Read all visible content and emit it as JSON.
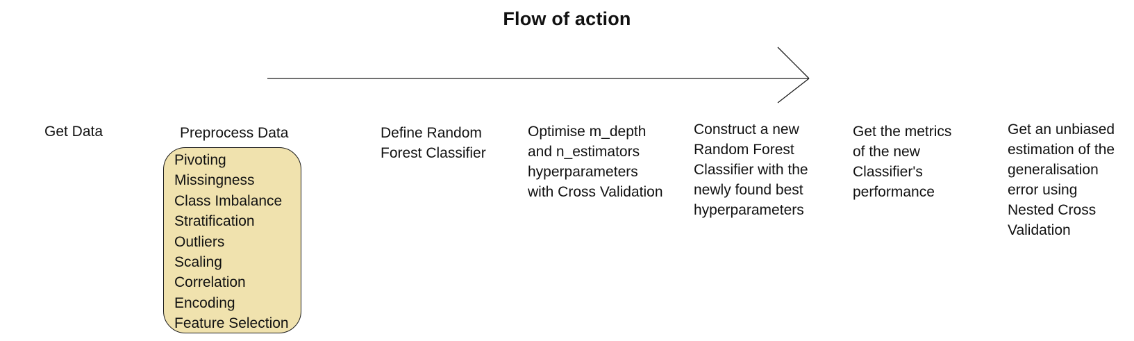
{
  "title": "Flow of action",
  "steps": [
    {
      "lines": [
        "Get Data"
      ]
    },
    {
      "lines": [
        "Preprocess Data"
      ]
    },
    {
      "lines": [
        "Define Random",
        "Forest Classifier"
      ]
    },
    {
      "lines": [
        "Optimise m_depth",
        "and n_estimators",
        "hyperparameters",
        "with Cross Validation"
      ]
    },
    {
      "lines": [
        "Construct a new",
        "Random Forest",
        "Classifier with the",
        "newly found best",
        "hyperparameters"
      ]
    },
    {
      "lines": [
        "Get the metrics",
        "of the new",
        "Classifier's",
        "performance"
      ]
    },
    {
      "lines": [
        "Get an unbiased",
        "estimation of the",
        "generalisation",
        "error using",
        "Nested Cross",
        "Validation"
      ]
    }
  ],
  "preprocess_substeps": [
    "Pivoting",
    "Missingness",
    "Class Imbalance",
    "Stratification",
    "Outliers",
    "Scaling",
    "Correlation",
    "Encoding",
    "Feature Selection"
  ],
  "colors": {
    "substep_box_fill": "#f0e2ae",
    "line": "#1a1a1a"
  },
  "icons": {
    "arrow": "right-arrow"
  }
}
